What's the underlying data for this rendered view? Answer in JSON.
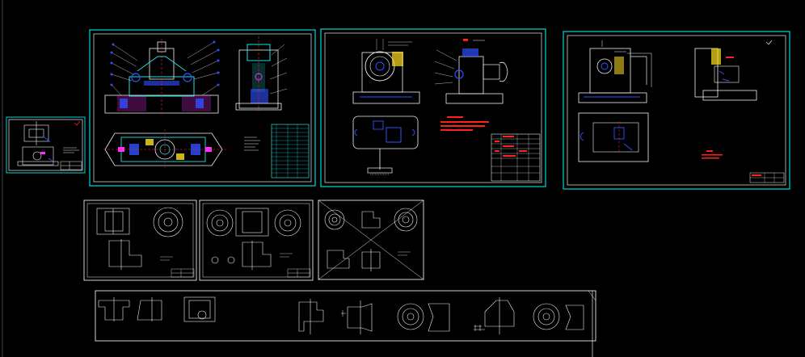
{
  "app": {
    "view": "CAD model space",
    "background": "#000000"
  },
  "colors": {
    "sheet_border_cyan": "#00d8d8",
    "sheet_border_white": "#e8e8e8",
    "drawing_white": "#f0f0f0",
    "drawing_cyan": "#22e0e0",
    "drawing_blue": "#3050ff",
    "drawing_red": "#ff2020",
    "drawing_magenta": "#ff30ff",
    "drawing_yellow": "#ffe020",
    "drawing_green": "#30ff30"
  },
  "sheets": [
    {
      "name": "sheet-small-left",
      "kind": "assembly-sketch"
    },
    {
      "name": "sheet-fixture-assembly",
      "kind": "fixture-assembly"
    },
    {
      "name": "sheet-fixture-views",
      "kind": "fixture-views"
    },
    {
      "name": "sheet-fixture-right",
      "kind": "fixture-views-2"
    },
    {
      "name": "sheet-part-1",
      "kind": "part-drawing"
    },
    {
      "name": "sheet-part-2",
      "kind": "part-drawing"
    },
    {
      "name": "sheet-part-3-crossed",
      "kind": "part-drawing-crossed"
    },
    {
      "name": "sheet-process-strip",
      "kind": "process-sketches"
    }
  ]
}
